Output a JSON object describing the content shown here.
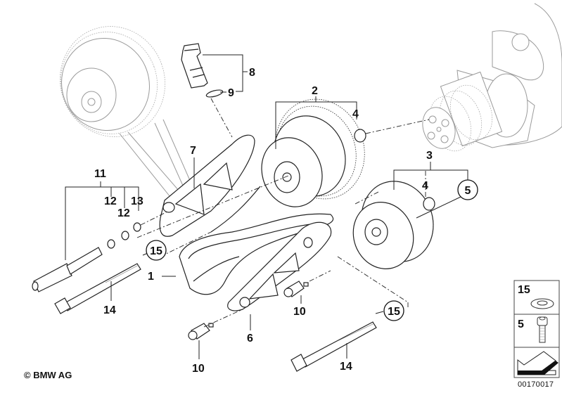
{
  "diagram": {
    "title": "Timing chain exploded view",
    "copyright": "© BMW AG",
    "document_id": "00170017",
    "callouts": [
      {
        "id": "c1",
        "label": "1",
        "style": "plain"
      },
      {
        "id": "c2",
        "label": "2",
        "style": "plain"
      },
      {
        "id": "c3",
        "label": "3",
        "style": "plain"
      },
      {
        "id": "c4a",
        "label": "4",
        "style": "plain"
      },
      {
        "id": "c4b",
        "label": "4",
        "style": "plain"
      },
      {
        "id": "c5",
        "label": "5",
        "style": "circled"
      },
      {
        "id": "c6",
        "label": "6",
        "style": "plain"
      },
      {
        "id": "c7",
        "label": "7",
        "style": "plain"
      },
      {
        "id": "c8",
        "label": "8",
        "style": "plain"
      },
      {
        "id": "c9",
        "label": "9",
        "style": "plain"
      },
      {
        "id": "c10a",
        "label": "10",
        "style": "plain"
      },
      {
        "id": "c10b",
        "label": "10",
        "style": "plain"
      },
      {
        "id": "c11",
        "label": "11",
        "style": "plain"
      },
      {
        "id": "c12a",
        "label": "12",
        "style": "plain"
      },
      {
        "id": "c12b",
        "label": "12",
        "style": "plain"
      },
      {
        "id": "c13",
        "label": "13",
        "style": "plain"
      },
      {
        "id": "c14a",
        "label": "14",
        "style": "plain"
      },
      {
        "id": "c14b",
        "label": "14",
        "style": "plain"
      },
      {
        "id": "c15a",
        "label": "15",
        "style": "circled"
      },
      {
        "id": "c15b",
        "label": "15",
        "style": "circled"
      }
    ],
    "legend": {
      "items": [
        {
          "label": "15",
          "icon": "washer-icon"
        },
        {
          "label": "5",
          "icon": "socket-head-bolt-icon"
        },
        {
          "label": "",
          "icon": "direction-arrow-icon"
        }
      ]
    }
  }
}
